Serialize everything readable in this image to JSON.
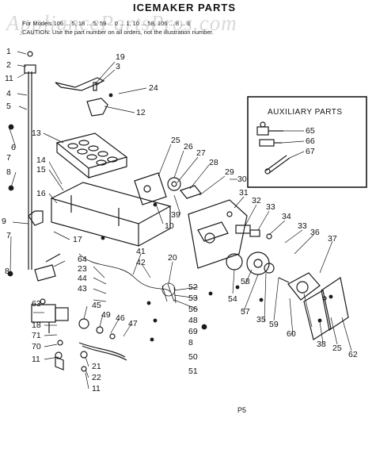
{
  "title": "ICEMAKER PARTS",
  "header": {
    "line1": "For Models 106 ... 5, 18 ... 5, 59 ... 0 ... 1, 10 ... 58, 106 ... 8 ... 6",
    "line2": "CAUTION: Use the part number on all orders, not the illustration number."
  },
  "watermark": "AppliancePartsPros.com",
  "auxiliary": {
    "title": "AUXILIARY PARTS",
    "callouts": [
      "65",
      "66",
      "67"
    ]
  },
  "page_code": "P5",
  "callouts": {
    "c1": "1",
    "c2": "2",
    "c11a": "11",
    "c4": "4",
    "c5": "5",
    "c6": "6",
    "c7a": "7",
    "c8a": "8",
    "c9": "9",
    "c7b": "7",
    "c8b": "8",
    "c19": "19",
    "c3": "3",
    "c24": "24",
    "c12": "12",
    "c13": "13",
    "c14": "14",
    "c15": "15",
    "c16": "16",
    "c17": "17",
    "c25a": "25",
    "c26": "26",
    "c27": "27",
    "c28": "28",
    "c29": "29",
    "c30": "30",
    "c39": "39",
    "c10": "10",
    "c31": "31",
    "c32": "32",
    "c33a": "33",
    "c34": "34",
    "c33b": "33",
    "c36": "36",
    "c37": "37",
    "c41": "41",
    "c42": "42",
    "c20": "20",
    "c64": "64",
    "c23": "23",
    "c44": "44",
    "c43": "43",
    "c63": "63",
    "c45": "45",
    "c49": "49",
    "c46": "46",
    "c47": "47",
    "c18": "18",
    "c71": "71",
    "c70": "70",
    "c11b": "11",
    "c21": "21",
    "c22": "22",
    "c11c": "11",
    "c52": "52",
    "c53": "53",
    "c56": "56",
    "c48": "48",
    "c69": "69",
    "c8c": "8",
    "c50": "50",
    "c51": "51",
    "c54": "54",
    "c58": "58",
    "c57": "57",
    "c35": "35",
    "c59": "59",
    "c60": "60",
    "c38": "38",
    "c25b": "25",
    "c62": "62"
  }
}
